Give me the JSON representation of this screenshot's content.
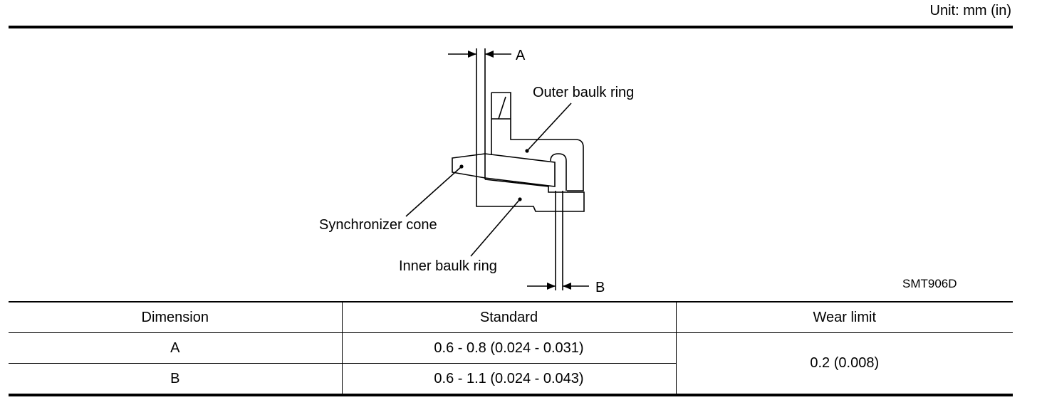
{
  "header": {
    "unit_label": "Unit: mm (in)"
  },
  "figure": {
    "labels": {
      "dim_a": "A",
      "dim_b": "B",
      "outer_baulk_ring": "Outer baulk ring",
      "synchronizer_cone": "Synchronizer cone",
      "inner_baulk_ring": "Inner baulk ring"
    },
    "code": "SMT906D"
  },
  "table": {
    "headers": [
      "Dimension",
      "Standard",
      "Wear limit"
    ],
    "rows": [
      {
        "dimension": "A",
        "standard": "0.6 - 0.8 (0.024 - 0.031)"
      },
      {
        "dimension": "B",
        "standard": "0.6 - 1.1 (0.024 - 0.043)"
      }
    ],
    "wear_limit": "0.2 (0.008)"
  }
}
